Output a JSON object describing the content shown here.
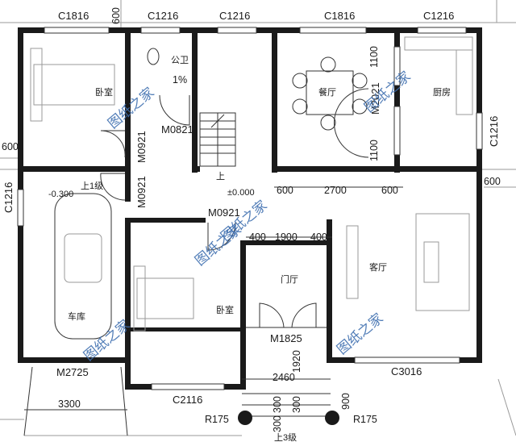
{
  "windows": {
    "c1816_left": "C1816",
    "c1216_top_a": "C1216",
    "c1216_top_b": "C1216",
    "c1816_top_right": "C1816",
    "c1216_top_right": "C1216",
    "c1216_left": "C1216",
    "c1216_right": "C1216",
    "c2116_bottom": "C2116",
    "c3016_bottom": "C3016"
  },
  "doors": {
    "m0821": "M0821",
    "m0921_a": "M0921",
    "m0921_b": "M0921",
    "m0921_c": "M0921",
    "m2021": "M2021",
    "m1825": "M1825",
    "m2725": "M2725"
  },
  "rooms": {
    "bedroom_top": "卧室",
    "toilet": "公卫",
    "dining": "餐厅",
    "kitchen": "厨房",
    "garage": "车库",
    "bedroom_mid": "卧室",
    "foyer": "门厅",
    "living": "客厅"
  },
  "dimensions": {
    "d600_top": "600",
    "d600_left": "600",
    "d600_right": "600",
    "d1100_a": "1100",
    "d1100_b": "1100",
    "d600_a": "600",
    "d2700": "2700",
    "d600_b": "600",
    "d400_a": "400",
    "d1900": "1900",
    "d400_b": "400",
    "d1920": "1920",
    "d2460": "2460",
    "d3300": "3300",
    "d300_a": "300",
    "d300_b": "300",
    "d300_c": "300",
    "d900": "900",
    "r175_a": "R175",
    "r175_b": "R175"
  },
  "annotations": {
    "slope": "1%",
    "elev_garage": "-0.300",
    "step_one": "上1级",
    "elev_main": "±0.000",
    "stair_up": "上",
    "step_three": "上3级"
  },
  "watermarks": [
    "图纸之家",
    "图纸之家",
    "图纸之家",
    "图纸之家",
    "图纸之家",
    "图纸之家"
  ]
}
